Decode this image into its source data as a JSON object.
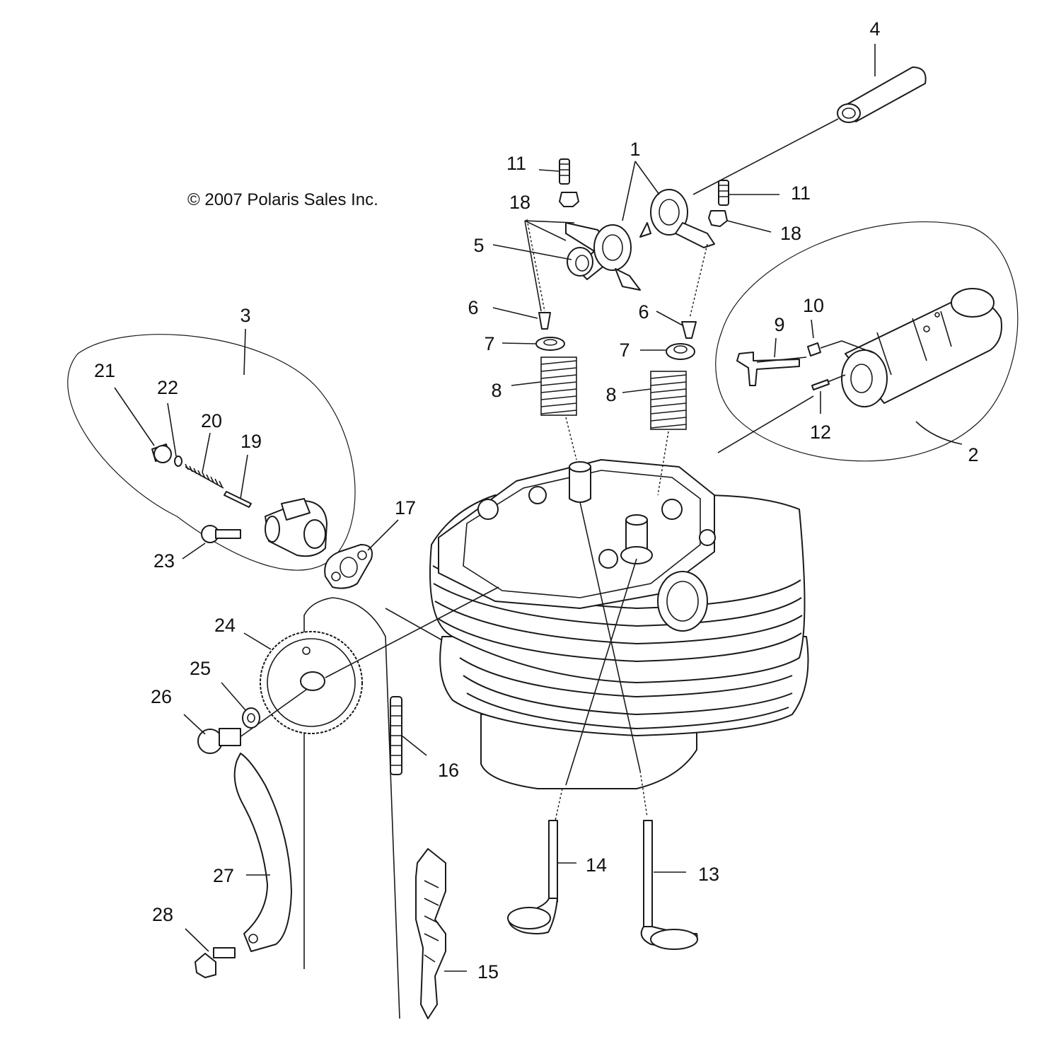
{
  "copyright": "© 2007 Polaris Sales Inc.",
  "callouts": [
    {
      "id": "c1",
      "label": "1"
    },
    {
      "id": "c2",
      "label": "2"
    },
    {
      "id": "c3",
      "label": "3"
    },
    {
      "id": "c4",
      "label": "4"
    },
    {
      "id": "c5",
      "label": "5"
    },
    {
      "id": "c6a",
      "label": "6"
    },
    {
      "id": "c6b",
      "label": "6"
    },
    {
      "id": "c7a",
      "label": "7"
    },
    {
      "id": "c7b",
      "label": "7"
    },
    {
      "id": "c8a",
      "label": "8"
    },
    {
      "id": "c8b",
      "label": "8"
    },
    {
      "id": "c9",
      "label": "9"
    },
    {
      "id": "c10",
      "label": "10"
    },
    {
      "id": "c11a",
      "label": "11"
    },
    {
      "id": "c11b",
      "label": "11"
    },
    {
      "id": "c12",
      "label": "12"
    },
    {
      "id": "c13",
      "label": "13"
    },
    {
      "id": "c14",
      "label": "14"
    },
    {
      "id": "c15",
      "label": "15"
    },
    {
      "id": "c16",
      "label": "16"
    },
    {
      "id": "c17",
      "label": "17"
    },
    {
      "id": "c18a",
      "label": "18"
    },
    {
      "id": "c18b",
      "label": "18"
    },
    {
      "id": "c19",
      "label": "19"
    },
    {
      "id": "c20",
      "label": "20"
    },
    {
      "id": "c21",
      "label": "21"
    },
    {
      "id": "c22",
      "label": "22"
    },
    {
      "id": "c23",
      "label": "23"
    },
    {
      "id": "c24",
      "label": "24"
    },
    {
      "id": "c25",
      "label": "25"
    },
    {
      "id": "c26",
      "label": "26"
    },
    {
      "id": "c27",
      "label": "27"
    },
    {
      "id": "c28",
      "label": "28"
    }
  ]
}
